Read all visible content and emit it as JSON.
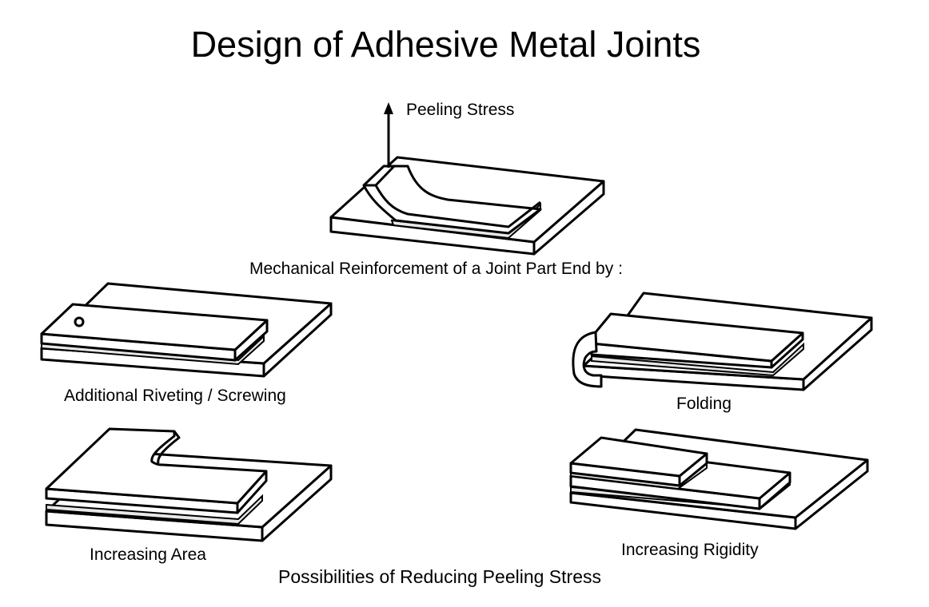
{
  "title": "Design of Adhesive Metal Joints",
  "top_figure": {
    "arrow_label": "Peeling Stress",
    "caption": "Mechanical Reinforcement of a Joint Part End by :"
  },
  "methods": [
    {
      "id": "riveting",
      "label": "Additional Riveting / Screwing"
    },
    {
      "id": "folding",
      "label": "Folding"
    },
    {
      "id": "area",
      "label": "Increasing Area"
    },
    {
      "id": "rigidity",
      "label": "Increasing Rigidity"
    }
  ],
  "footer_caption": "Possibilities of Reducing Peeling Stress",
  "colors": {
    "line": "#000000",
    "background": "#ffffff",
    "adhesive": "#e8e8e8"
  }
}
